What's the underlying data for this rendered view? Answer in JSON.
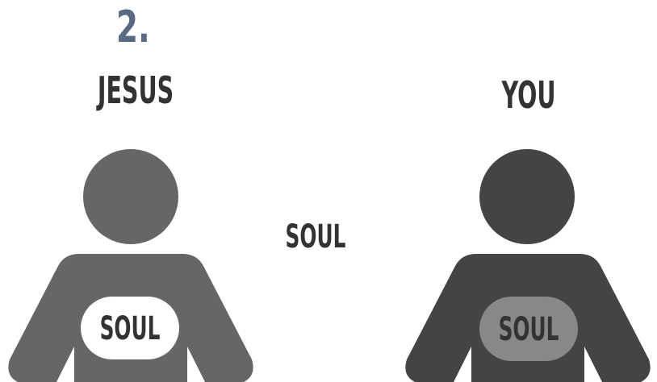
{
  "slide": {
    "number": "2."
  },
  "labels": {
    "left_title": "JESUS",
    "right_title": "YOU",
    "middle": "SOUL"
  },
  "figures": {
    "left": {
      "soul_label": "SOUL",
      "body_color": "#666666",
      "soul_fill": "#ffffff"
    },
    "right": {
      "soul_label": "SOUL",
      "body_color": "#444444",
      "soul_fill": "#888888"
    }
  },
  "colors": {
    "number": "#5a6a82",
    "text": "#333333",
    "background": "#ffffff"
  }
}
